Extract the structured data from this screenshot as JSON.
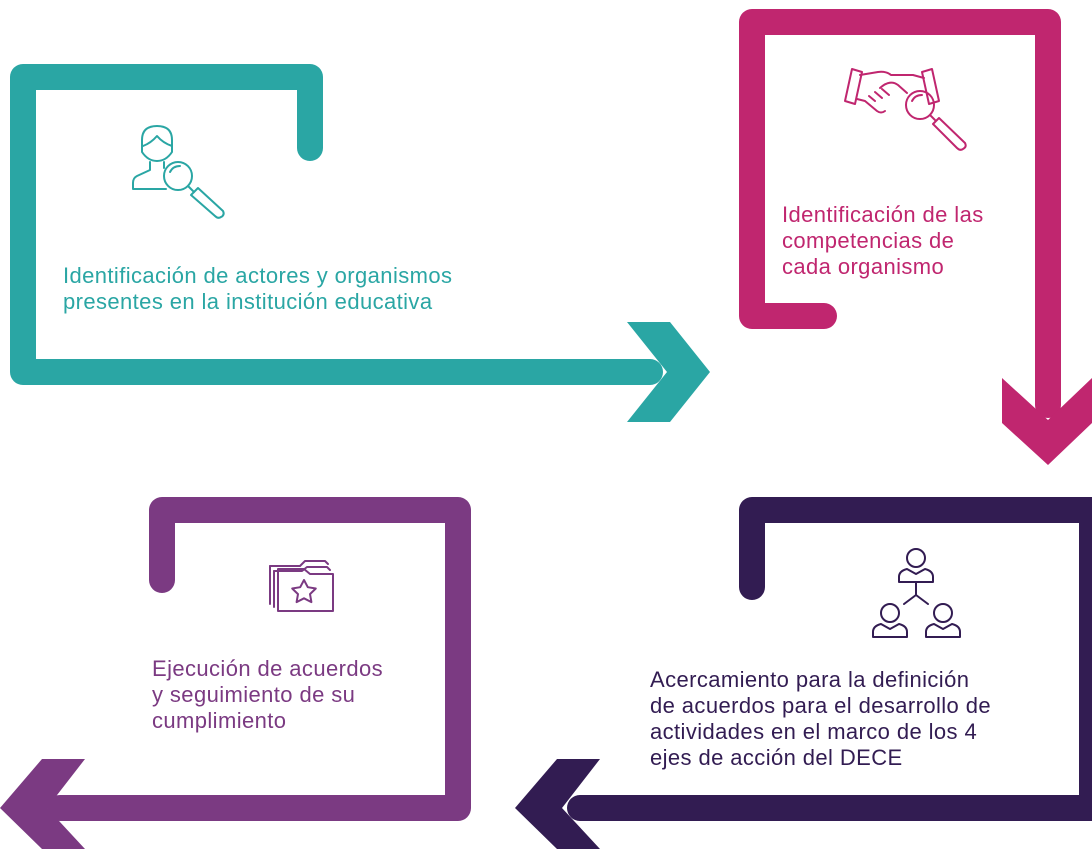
{
  "colors": {
    "teal": "#2aa6a4",
    "magenta": "#c0266f",
    "navy": "#321c52",
    "purple": "#7b3a82"
  },
  "steps": [
    {
      "id": "step-1",
      "icon": "person-search-icon",
      "color": "teal",
      "lines": [
        "Identificación de actores y organismos",
        "presentes en la institución educativa"
      ]
    },
    {
      "id": "step-2",
      "icon": "handshake-search-icon",
      "color": "magenta",
      "lines": [
        "Identificación de las",
        "competencias de",
        "cada organismo"
      ]
    },
    {
      "id": "step-3",
      "icon": "network-people-icon",
      "color": "navy",
      "lines": [
        "Acercamiento para la definición",
        "de acuerdos para el desarrollo de",
        "actividades en el marco de los 4",
        "ejes de acción del DECE"
      ]
    },
    {
      "id": "step-4",
      "icon": "star-folder-icon",
      "color": "purple",
      "lines": [
        "Ejecución de acuerdos",
        "y seguimiento de su",
        "cumplimiento"
      ]
    }
  ]
}
